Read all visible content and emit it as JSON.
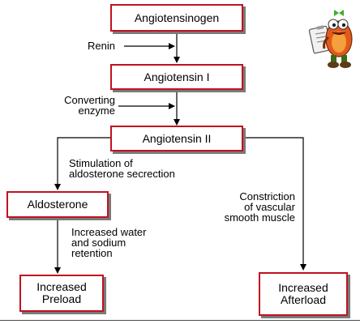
{
  "boxes": {
    "angiotensinogen": "Angiotensinogen",
    "angiotensin_i": "Angiotensin I",
    "angiotensin_ii": "Angiotensin II",
    "aldosterone": "Aldosterone",
    "increased_preload": "Increased\nPreload",
    "increased_afterload": "Increased\nAfterload"
  },
  "edge_labels": {
    "renin": "Renin",
    "converting_enzyme": "Converting\nenzyme",
    "aldosterone_secretion": "Stimulation of\naldosterone secrection",
    "water_sodium": "Increased water\nand sodium\nretention",
    "vascular_constriction": "Constriction\nof vascular\nsmooth muscle"
  },
  "decoration": {
    "icon": "cartoon-mascot-with-clipboard-icon",
    "box_border_color": "#c1121f",
    "shadow_color": "#7a7a7a"
  }
}
